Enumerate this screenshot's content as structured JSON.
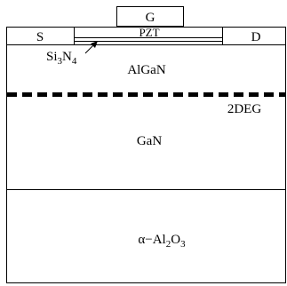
{
  "diagram": {
    "gate_label": "G",
    "source_label": "S",
    "drain_label": "D",
    "pzt_label": "PZT",
    "si3n4_label": {
      "base": "Si",
      "sub1": "3",
      "mid": "N",
      "sub2": "4"
    },
    "algan_label": "AlGaN",
    "twodeg_label": "2DEG",
    "gan_label": "GaN",
    "substrate_label": {
      "prefix": "α−Al",
      "sub1": "2",
      "mid": "O",
      "sub2": "3"
    }
  }
}
